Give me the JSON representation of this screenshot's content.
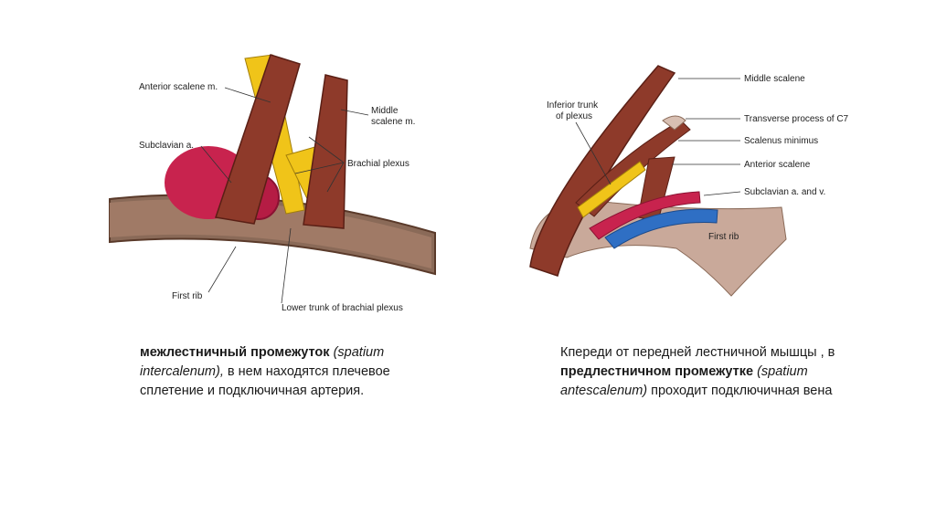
{
  "left_figure": {
    "labels": {
      "anterior_scalene": "Anterior scalene m.",
      "middle_scalene_1": "Middle",
      "middle_scalene_2": "scalene m.",
      "subclavian": "Subclavian a.",
      "brachial_plexus": "Brachial plexus",
      "first_rib": "First rib",
      "lower_trunk": "Lower trunk of brachial plexus"
    }
  },
  "right_figure": {
    "labels": {
      "inferior_trunk_1": "Inferior trunk",
      "inferior_trunk_2": "of plexus",
      "middle_scalene": "Middle scalene",
      "transverse_process": "Transverse process of C7",
      "scalenus_minimus": "Scalenus minimus",
      "anterior_scalene": "Anterior scalene",
      "subclavian_av": "Subclavian a. and v.",
      "first_rib": "First rib"
    }
  },
  "captions": {
    "left": {
      "bold": "межлестничный промежуток",
      "italic": "(spatium intercalenum),",
      "rest": "в нем находятся плечевое сплетение и подключичная артерия."
    },
    "right": {
      "intro": "Кпереди от передней лестничной мышцы , в",
      "bold": "предлестничном промежутке",
      "italic": "(spatium antescalenum)",
      "rest": "проходит подключичная вена"
    }
  },
  "colors": {
    "muscle": "#8e3a2a",
    "artery": "#c8234e",
    "vein": "#2f6fc4",
    "nerve": "#f0c419",
    "bone": "#c9a99a"
  }
}
